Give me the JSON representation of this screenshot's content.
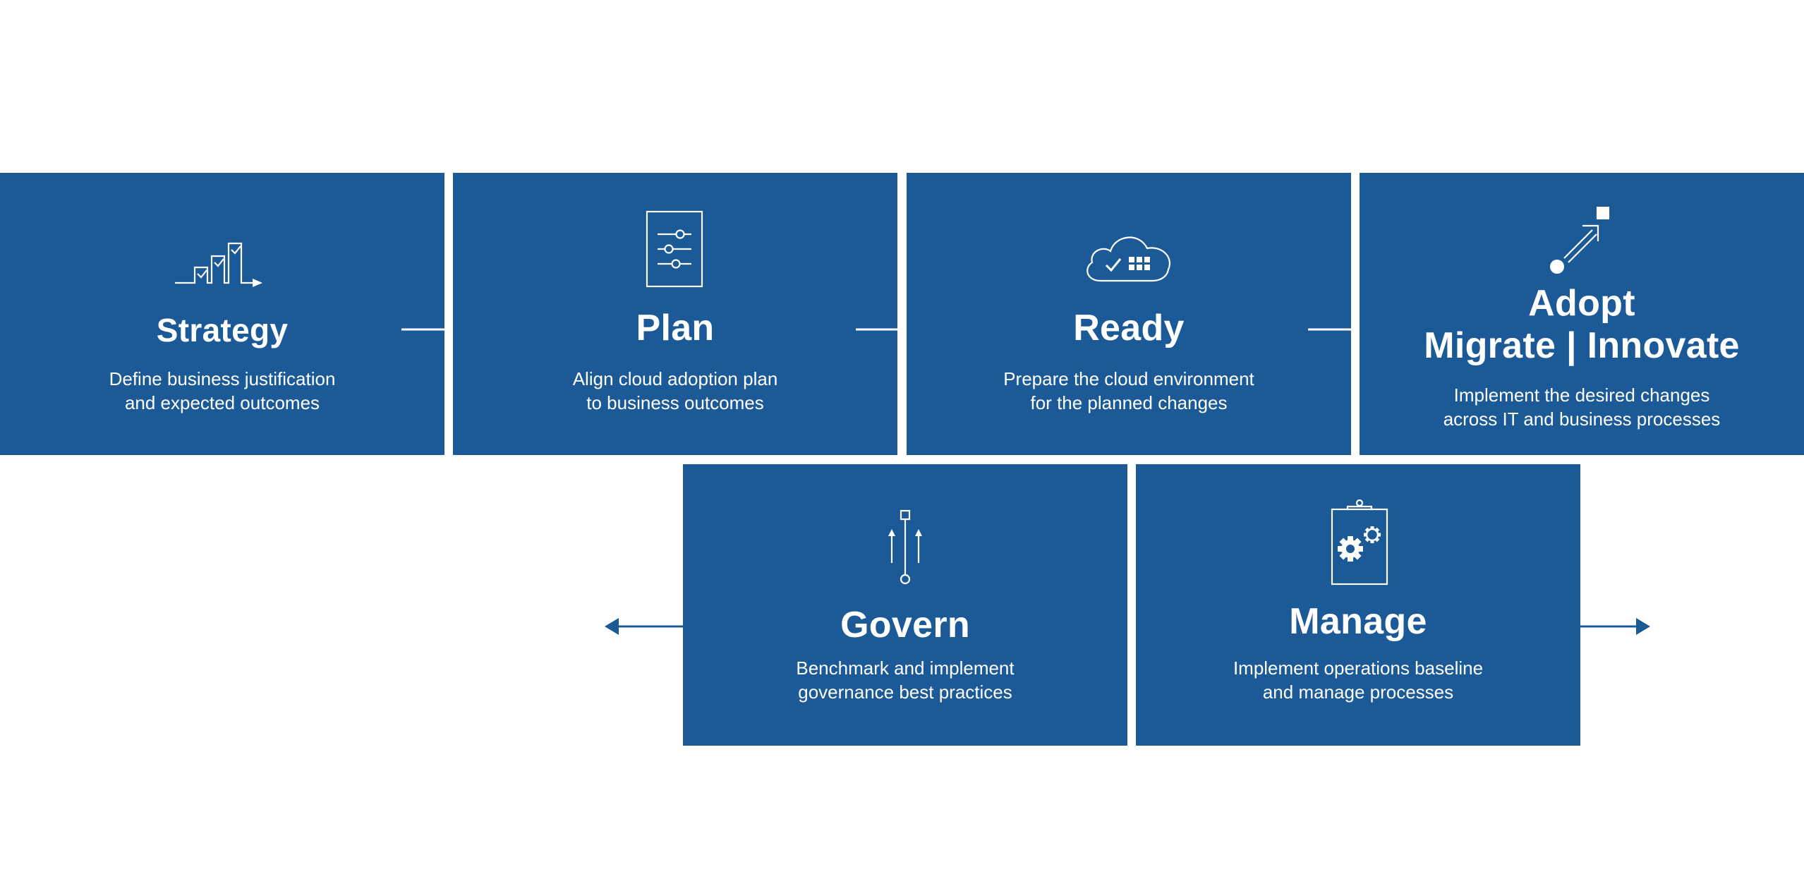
{
  "colors": {
    "card_bg": "#1b5a96",
    "arrow_blue": "#1b5a96",
    "white": "#ffffff"
  },
  "steps": {
    "strategy": {
      "title": "Strategy",
      "desc": [
        "Define business justification",
        "and expected outcomes"
      ],
      "icon": "bar-chart-checkmarks-icon"
    },
    "plan": {
      "title": "Plan",
      "desc": [
        "Align cloud adoption plan",
        "to business outcomes"
      ],
      "icon": "document-sliders-icon"
    },
    "ready": {
      "title": "Ready",
      "desc": [
        "Prepare the cloud environment",
        "for the planned changes"
      ],
      "icon": "cloud-check-grid-icon"
    },
    "adopt": {
      "title": [
        "Adopt",
        "Migrate | Innovate"
      ],
      "desc": [
        "Implement the desired changes",
        "across IT and business processes"
      ],
      "icon": "migrate-arrow-icon"
    },
    "govern": {
      "title": "Govern",
      "desc": [
        "Benchmark and implement",
        "governance best practices"
      ],
      "icon": "governance-arrows-icon"
    },
    "manage": {
      "title": "Manage",
      "desc": [
        "Implement operations baseline",
        "and manage processes"
      ],
      "icon": "clipboard-gears-icon"
    }
  }
}
